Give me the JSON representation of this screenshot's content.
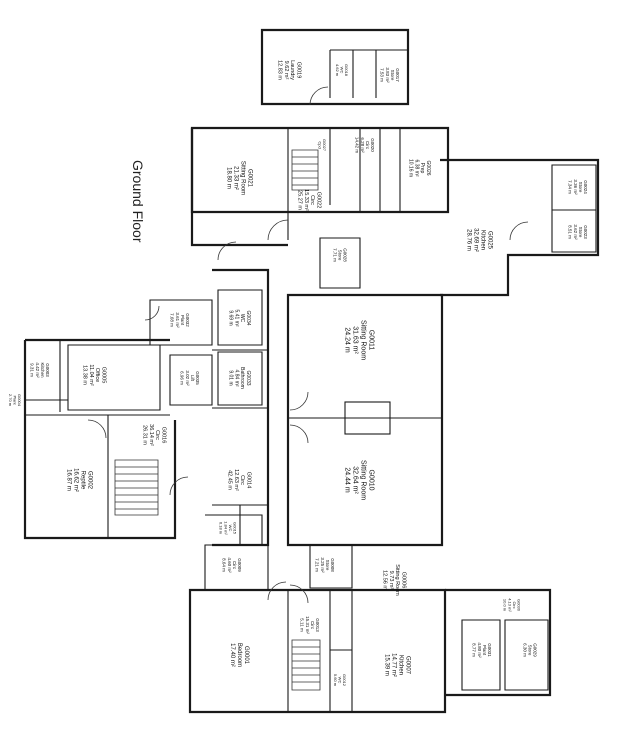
{
  "title": "Ground Floor",
  "rooms": [
    {
      "id": "G0001",
      "name": "Bedroom",
      "area": "17.40 m²",
      "perim": ""
    },
    {
      "id": "G0002",
      "name": "Reptile",
      "area": "16.62 m²",
      "perim": "16.87 m"
    },
    {
      "id": "G0003",
      "name": "Kitchen",
      "area": "4.42 m²",
      "perim": "9.31 m"
    },
    {
      "id": "G0004",
      "name": "Plant",
      "area": "",
      "perim": "2.70 m"
    },
    {
      "id": "G0005",
      "name": "Office",
      "area": "11.04 m²",
      "perim": "13.38 m"
    },
    {
      "id": "G0006",
      "name": "Sitting Room",
      "area": "9.73 m²",
      "perim": "12.56 m"
    },
    {
      "id": "G0007",
      "name": "Kitchen",
      "area": "14.77 m²",
      "perim": "15.39 m"
    },
    {
      "id": "G0008",
      "name": "Store",
      "area": "3.25 m²",
      "perim": "7.21 m"
    },
    {
      "id": "G0009",
      "name": "Circ",
      "area": "4.60 m²",
      "perim": "8.64 m"
    },
    {
      "id": "G0010",
      "name": "Sitting Room",
      "area": "32.64 m²",
      "perim": "24.44 m"
    },
    {
      "id": "G0011",
      "name": "Sitting Room",
      "area": "31.63 m²",
      "perim": "24.24 m"
    },
    {
      "id": "G0012",
      "name": "WC",
      "area": "",
      "perim": "5.60 m"
    },
    {
      "id": "G0013",
      "name": "Circ",
      "area": "15.31 m²",
      "perim": "5.11 m"
    },
    {
      "id": "G0014",
      "name": "Circ",
      "area": "12.63 m²",
      "perim": "42.45 m"
    },
    {
      "id": "G0015",
      "name": "WC",
      "area": "1.84 m²",
      "perim": "6.18 m"
    },
    {
      "id": "G0016",
      "name": "Circ",
      "area": "36.14 m²",
      "perim": "26.31 m"
    },
    {
      "id": "G0017",
      "name": "Store",
      "area": "3.83 m²",
      "perim": "7.53 m"
    },
    {
      "id": "G0018",
      "name": "WC",
      "area": "",
      "perim": "4.62 m"
    },
    {
      "id": "G0019",
      "name": "Laundry",
      "area": "9.62 m²",
      "perim": "12.83 m"
    },
    {
      "id": "G0020",
      "name": "Circ",
      "area": "6.28 m²",
      "perim": "14.42 m"
    },
    {
      "id": "G0021",
      "name": "Sitting Room",
      "area": "21.33 m²",
      "perim": "18.80 m"
    },
    {
      "id": "G0022",
      "name": "Circ",
      "area": "15.33 m²",
      "perim": "25.27 m"
    },
    {
      "id": "G0023",
      "name": "Store",
      "area": "3.62 m²",
      "perim": "8.51 m"
    },
    {
      "id": "G0024",
      "name": "Store",
      "area": "3.36 m²",
      "perim": "7.34 m"
    },
    {
      "id": "G0025",
      "name": "Kitchen",
      "area": "32.69 m²",
      "perim": "28.76 m"
    },
    {
      "id": "G0026",
      "name": "Prep",
      "area": "6.38 m²",
      "perim": "10.16 m"
    },
    {
      "id": "G0027",
      "name": "Cpd",
      "area": "",
      "perim": ""
    },
    {
      "id": "G0028",
      "name": "Store",
      "area": "",
      "perim": "7.71 m"
    },
    {
      "id": "G0029",
      "name": "Store",
      "area": "",
      "perim": "6.30 m"
    },
    {
      "id": "G0030",
      "name": "Circ",
      "area": "4.13 m²",
      "perim": "10.0 m"
    },
    {
      "id": "G0031",
      "name": "Plant",
      "area": "4.80 m²",
      "perim": "8.77 m"
    },
    {
      "id": "G0032",
      "name": "Plant",
      "area": "3.61 m²",
      "perim": "7.68 m"
    },
    {
      "id": "G0033",
      "name": "Bathroom",
      "area": "4.84 m²",
      "perim": "9.01 m"
    },
    {
      "id": "G0034",
      "name": "WC",
      "area": "5.41 m²",
      "perim": "9.69 m"
    },
    {
      "id": "G0035",
      "name": "Lift",
      "area": "3.02 m²",
      "perim": "6.96 m"
    }
  ]
}
